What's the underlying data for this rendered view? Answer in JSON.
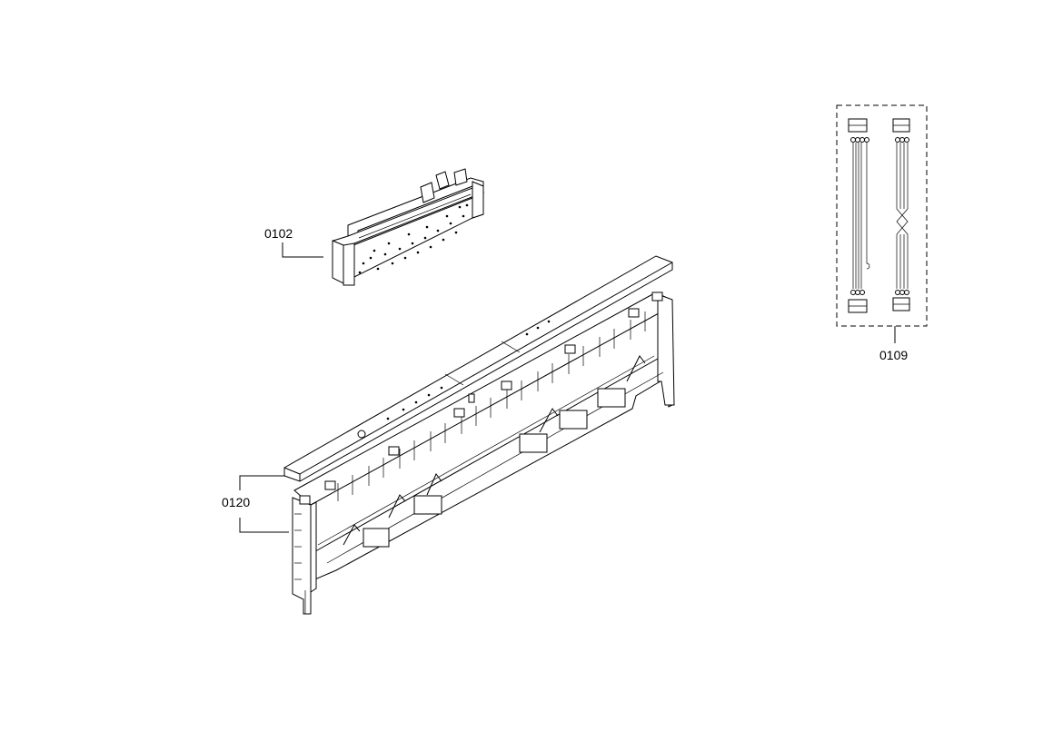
{
  "diagram": {
    "callouts": [
      {
        "id": "0102",
        "label": "0102"
      },
      {
        "id": "0120",
        "label": "0120"
      },
      {
        "id": "0109",
        "label": "0109"
      }
    ]
  }
}
